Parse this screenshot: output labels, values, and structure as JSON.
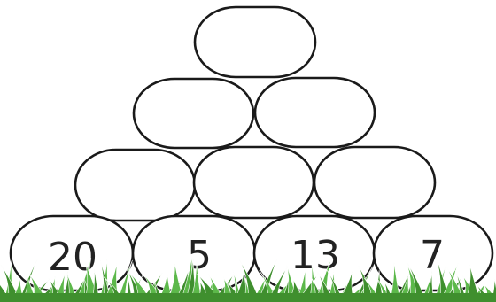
{
  "colors": {
    "stone_fill": "#ffffff",
    "stone_outline": "#1a1a1a",
    "number_text": "#222222",
    "grass_dark": "#3f8f2e",
    "grass_light": "#5cb84a"
  },
  "pyramid": {
    "rows": [
      {
        "stones": [
          {
            "value": ""
          }
        ]
      },
      {
        "stones": [
          {
            "value": ""
          },
          {
            "value": ""
          }
        ]
      },
      {
        "stones": [
          {
            "value": ""
          },
          {
            "value": ""
          },
          {
            "value": ""
          }
        ]
      },
      {
        "stones": [
          {
            "value": "20"
          },
          {
            "value": "5"
          },
          {
            "value": "13"
          },
          {
            "value": "7"
          }
        ]
      }
    ]
  }
}
